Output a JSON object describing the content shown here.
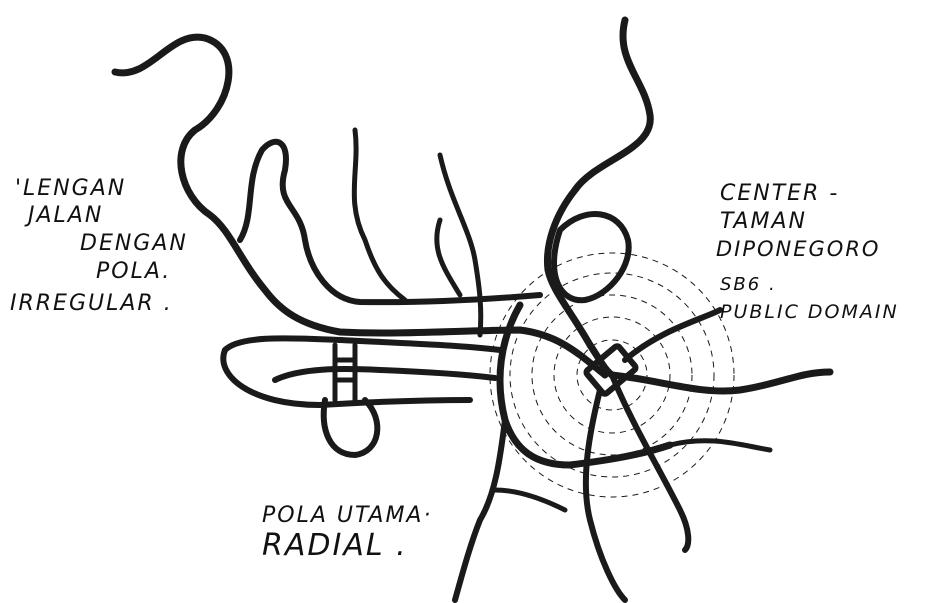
{
  "labels": {
    "left_note": [
      "'LENGAN",
      "JALAN",
      "DENGAN",
      "POLA.",
      "IRREGULAR ."
    ],
    "right_note": [
      "CENTER -",
      "TAMAN",
      "DIPONEGORO",
      "SB6 .",
      "PUBLIC DOMAIN"
    ],
    "bottom_note": [
      "POLA UTAMA·",
      "RADIAL ."
    ]
  },
  "colors": {
    "ink": "#1a1a1a",
    "paper": "#ffffff"
  }
}
